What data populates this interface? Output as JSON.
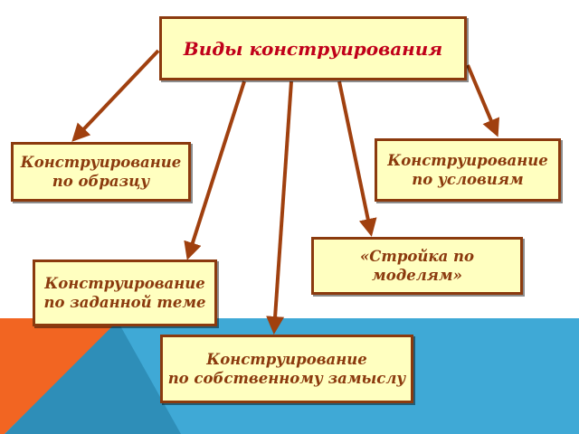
{
  "colors": {
    "box_fill": "#FFFFC0",
    "box_border": "#8B3A0E",
    "arrow": "#A0400F",
    "title_text": "#C0001A",
    "node_text": "#8B3A0E",
    "stripe_orange": "#F26522",
    "stripe_blue": "#3FA9D6"
  },
  "diagram": {
    "root": {
      "label": "Виды конструирования"
    },
    "nodes": [
      {
        "id": "sample",
        "label": "Конструирование\nпо образцу"
      },
      {
        "id": "conditions",
        "label": "Конструирование\nпо условиям"
      },
      {
        "id": "models",
        "label": "«Стройка по\nмоделям»"
      },
      {
        "id": "topic",
        "label": "Конструирование\nпо заданной теме"
      },
      {
        "id": "own",
        "label": "Конструирование\nпо собственному замыслу"
      }
    ],
    "edges": [
      {
        "from": "root",
        "to": "sample"
      },
      {
        "from": "root",
        "to": "topic"
      },
      {
        "from": "root",
        "to": "own"
      },
      {
        "from": "root",
        "to": "models"
      },
      {
        "from": "root",
        "to": "conditions"
      }
    ]
  }
}
